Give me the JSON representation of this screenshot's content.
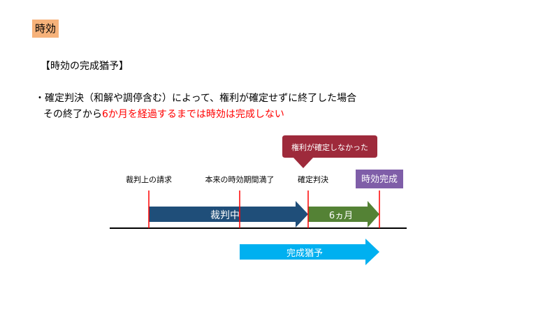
{
  "tag_label": "時効",
  "heading": "【時効の完成猶予】",
  "bullet": {
    "line1": "・確定判決（和解や調停含む）によって、権利が確定せずに終了した場合",
    "line2_prefix": "その終了から",
    "line2_red": "6か月を経過するまでは時効は完成しない"
  },
  "diagram": {
    "callout": "権利が確定しなかった",
    "milestones": [
      "裁判上の請求",
      "本来の時効期間満了",
      "確定判決"
    ],
    "completion_label": "時効完成",
    "arrows": {
      "trial": "裁判中",
      "six_months": "6ヵ月",
      "grace": "完成猶予"
    },
    "colors": {
      "callout": "#9e2a3b",
      "trial_arrow": "#1f4e79",
      "six_month_arrow": "#548235",
      "grace_arrow": "#00b0f0",
      "completion_box": "#7f5ea8",
      "marker": "#ff0000"
    }
  }
}
